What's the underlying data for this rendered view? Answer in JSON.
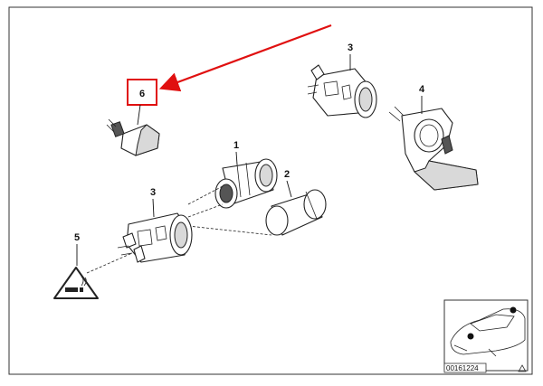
{
  "callouts": {
    "c1": "1",
    "c2": "2",
    "c3a": "3",
    "c3b": "3",
    "c4": "4",
    "c5": "5",
    "c6": "6"
  },
  "thumbnail": {
    "catalog_number": "00161224"
  },
  "colors": {
    "highlight": "#e01010",
    "line": "#222222"
  }
}
